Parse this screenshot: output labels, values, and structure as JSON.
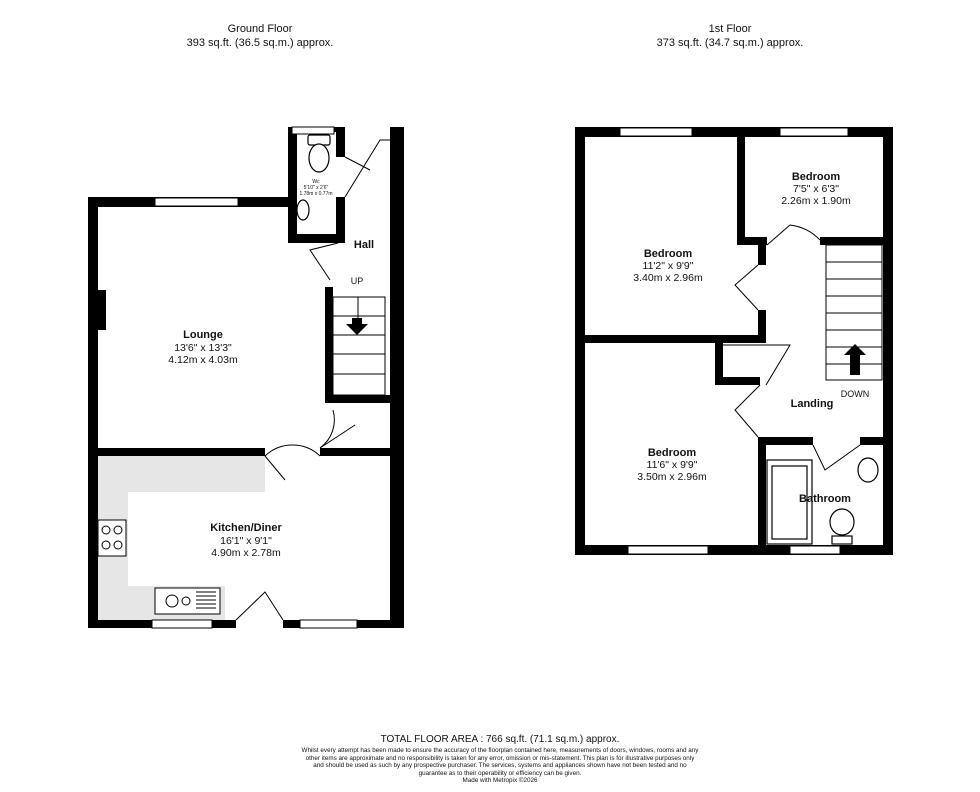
{
  "ground_floor": {
    "title": "Ground Floor",
    "area": "393 sq.ft. (36.5 sq.m.) approx.",
    "rooms": {
      "lounge": {
        "name": "Lounge",
        "imperial": "13'6\"  x 13'3\"",
        "metric": "4.12m  x 4.03m"
      },
      "kitchen": {
        "name": "Kitchen/Diner",
        "imperial": "16'1\"  x 9'1\"",
        "metric": "4.90m  x 2.78m"
      },
      "wc": {
        "name": "Wc",
        "imperial": "5'10\" x 2'6\"",
        "metric": "1.78m x 0.77m"
      },
      "hall": {
        "name": "Hall"
      }
    },
    "stairs_label": "UP"
  },
  "first_floor": {
    "title": "1st Floor",
    "area": "373 sq.ft. (34.7 sq.m.) approx.",
    "rooms": {
      "bedroom1": {
        "name": "Bedroom",
        "imperial": "11'2\"  x 9'9\"",
        "metric": "3.40m  x 2.96m"
      },
      "bedroom2": {
        "name": "Bedroom",
        "imperial": "7'5\"  x 6'3\"",
        "metric": "2.26m  x 1.90m"
      },
      "bedroom3": {
        "name": "Bedroom",
        "imperial": "11'6\"  x 9'9\"",
        "metric": "3.50m  x 2.96m"
      },
      "landing": {
        "name": "Landing"
      },
      "bathroom": {
        "name": "Bathroom"
      }
    },
    "stairs_label": "DOWN"
  },
  "footer": {
    "total": "TOTAL FLOOR AREA : 766 sq.ft. (71.1 sq.m.) approx.",
    "disclaimer": "Whilst every attempt has been made to ensure the accuracy of the floorplan contained here, measurements of doors, windows, rooms and any other items are approximate and no responsibility is taken for any error, omission or mis-statement. This plan is for illustrative purposes only and should be used as such by any prospective purchaser. The services, systems and appliances shown have not been tested and no guarantee as to their operability or efficiency can be given.",
    "made_with": "Made with Metropix ©2026"
  },
  "colors": {
    "wall": "#000000",
    "kitchen_fill": "#e6e6e6"
  }
}
